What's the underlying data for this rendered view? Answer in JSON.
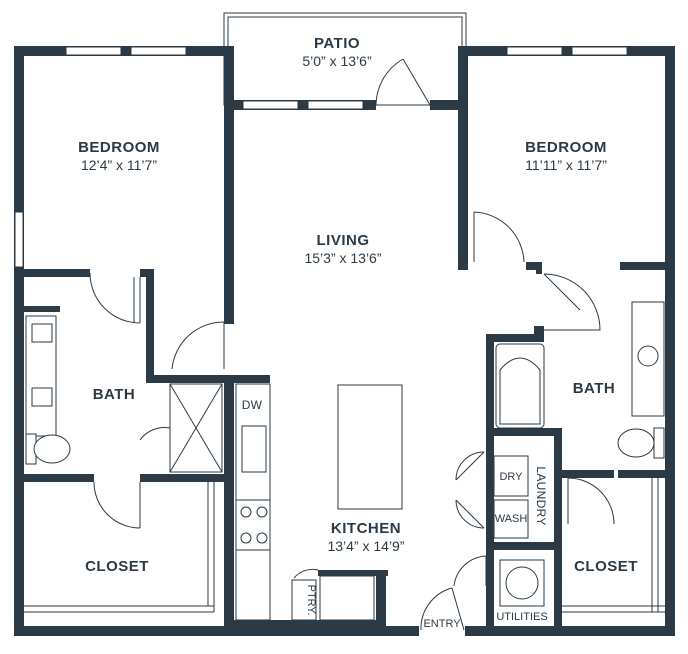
{
  "rooms": {
    "patio": {
      "name": "PATIO",
      "dims": "5’0” x 13’6”"
    },
    "bedroom_left": {
      "name": "BEDROOM",
      "dims": "12’4” x 11’7”"
    },
    "bedroom_right": {
      "name": "BEDROOM",
      "dims": "11’11” x 11’7”"
    },
    "living": {
      "name": "LIVING",
      "dims": "15’3” x 13’6”"
    },
    "kitchen": {
      "name": "KITCHEN",
      "dims": "13’4” x 14’9”"
    },
    "bath_left": {
      "name": "BATH"
    },
    "bath_right": {
      "name": "BATH"
    },
    "closet_left": {
      "name": "CLOSET"
    },
    "closet_right": {
      "name": "CLOSET"
    }
  },
  "labels": {
    "dw": "DW",
    "pantry": "PTRY.",
    "dry": "DRY",
    "wash": "WASH",
    "laundry": "LAUNDRY",
    "utilities": "UTILITIES",
    "entry": "ENTRY"
  },
  "colors": {
    "wall": "#2b3a44",
    "background": "#ffffff"
  }
}
